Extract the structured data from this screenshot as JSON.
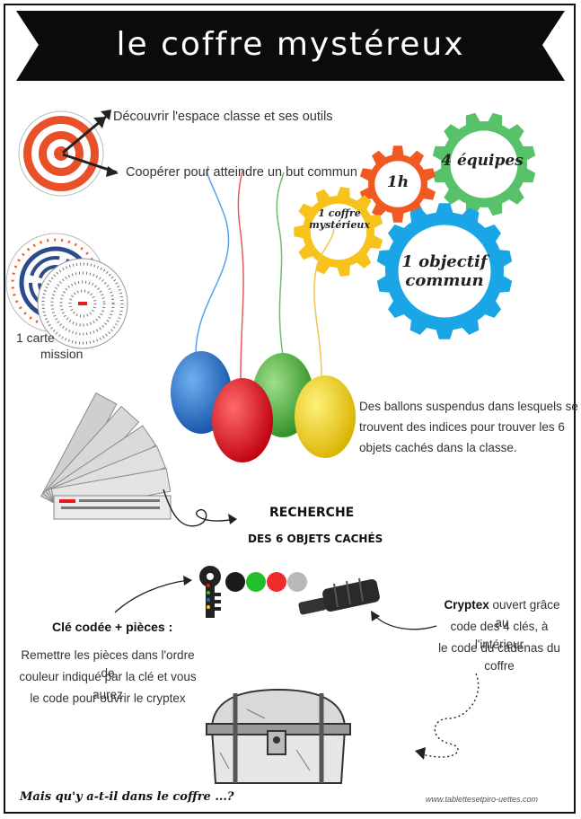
{
  "title": "le coffre mystéreux",
  "goals": {
    "goal1": "Découvrir l'espace classe et ses outils",
    "goal2": "Coopérer pour atteindre un but commun"
  },
  "gears": {
    "g1": "4 équipes",
    "g2": "1h",
    "g3": "1 coffre mystérieux",
    "g4": "1 objectif commun"
  },
  "mission": {
    "line1": "1 carte",
    "line2": "mission"
  },
  "balloons": {
    "text_line1": "Des ballons suspendus dans lesquels se",
    "text_line2": "trouvent des indices pour trouver les  6",
    "text_line3": "objets cachés dans la classe."
  },
  "search": {
    "line1": "RECHERCHE",
    "line2": "DES 6 OBJETS CACHÉS"
  },
  "key_section": {
    "heading": "Clé codée + pièces :",
    "line1": "Remettre les pièces dans l'ordre de",
    "line2": "couleur indiqué par la clé et vous aurez",
    "line3": "le code pour ouvrir le cryptex"
  },
  "cryptex_section": {
    "word": "Cryptex",
    "line1_rest": " ouvert grâce au",
    "line2": "code des 4 clés, à l'intérieur",
    "line3": "le code du cadenas du coffre"
  },
  "footer": {
    "question": "Mais qu'y a-t-il dans le coffre ...?",
    "site": "www.tablettesetpiro-uettes.com"
  },
  "colors": {
    "blue": "#1f6fd0",
    "red": "#e8161e",
    "green": "#48b332",
    "yellow": "#f2d40c",
    "gear_green": "#58c26a",
    "gear_orange": "#f05a22",
    "gear_yellow": "#f7c21c",
    "gear_cyan": "#1aa6e6",
    "target_red": "#e8502a"
  }
}
